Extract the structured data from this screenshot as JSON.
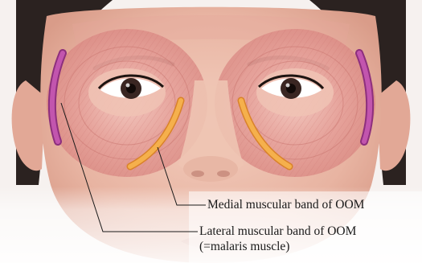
{
  "annotations": {
    "medial": "Medial muscular band of OOM",
    "lateral": "Lateral muscular band of OOM",
    "lateral_note": "(=malaris muscle)"
  },
  "colors": {
    "skin": "#e9bba9",
    "hair": "#2b2220",
    "muscle": "#d98a86",
    "medial_band": "#f2a33a",
    "lateral_band": "#b0459a",
    "label_panel": "#ffffff"
  }
}
